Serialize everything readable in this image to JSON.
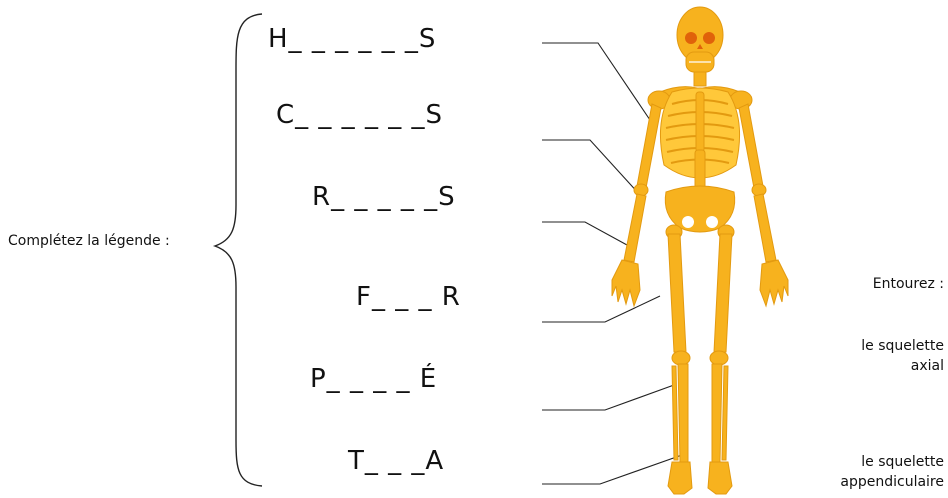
{
  "instruction": "Complétez la légende :",
  "labels": [
    "H_ _ _ _ _ _S",
    "C_ _ _ _ _ _S",
    "R_ _ _ _ _S",
    "F_ _ _ R",
    "P_ _ _ _ É",
    "T_ _ _A"
  ],
  "right_panel": {
    "title": "Entourez :",
    "option1_line1": "le squelette",
    "option1_line2": "axial",
    "option2_line1": "le squelette",
    "option2_line2": "appendiculaire"
  },
  "colors": {
    "bone": "#F7B21E",
    "bone_light": "#FFC83A",
    "bone_dark": "#E39A10",
    "eye": "#E0620A",
    "line": "#222222"
  }
}
